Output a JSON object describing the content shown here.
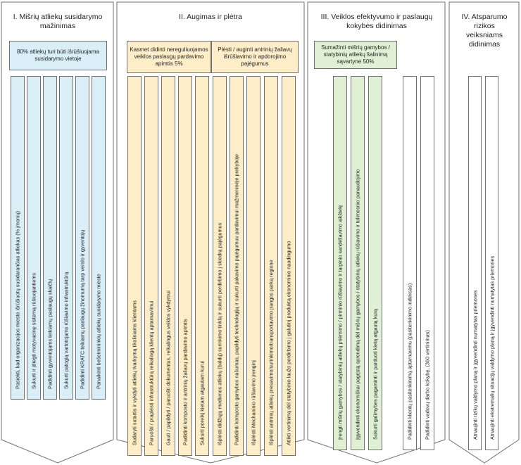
{
  "columns": [
    {
      "title": "I. Mišrių atliekų susidarymo mažinimas",
      "objectives": [
        "80% atliekų turi būti išrūšiuojama susidarymo vietoje"
      ],
      "tasks": [
        "Pasiekti, kad organizacijos mieste išrūšiuotų susidarančias atliekas (% įmonių)",
        "Sukurti ir įdiegti motyvacinę sistemą rūšiuojantiems",
        "Padidinti gyventojams teikiamų paslaugų skaičių",
        "Sukurti patogią vartotojams rūšiavimo infrastruktūrą",
        "Padidinti KRATC teikiamų paslaugų žinomumą tarp verslo ir gyventojų",
        "Panaikinti bešeimininkių atliekų susidarymo mieste"
      ]
    },
    {
      "title": "II. Augimas ir plėtra",
      "objectives": [
        "Kasmet didinti nereguliuojamos veiklos paslaugų pardavimo apimtis 5%",
        "Plėsti / auginti antrinių žaliavų išrūšiavimo ir apdorojimo pajėgumus"
      ],
      "tasks": [
        "Sudaryti sutartis ir vykdyti atliekų tvarkymą tiksliniams klientams",
        "Paruošti / praplėsti infrastruktūrą reikalingą klientų aptarnavimui",
        "Gauti / papildyti / paruošti dokumentus, reikalingus veiklos vykdymui",
        "Padidinti komposto ir antrinių žaliavų pardavimo apimtis",
        "Sukurti poreikį kietam atgautam kurui",
        "Išplėsti didžiųjų medienos atliekų (baldų) surinkimo tinklą ir sukurti perdirbimo į skiedrą pajėgumus",
        "Padidinti komposto gamybos našumas, papildyti technologiją ir sukurti pakavimo pajėgumus pardavimui mažmeninėje prekyboje",
        "Išplėsti Mechaninio rūšiavimo įrenginį",
        "Išplėsti antrinių atliekų presavimo/surinkimo/transportavimo įrangos parką regione",
        "Atlikti vertinimą dėl statybinio laužo perdirbimo į galutinį produktą ekonominio naudingumo"
      ]
    },
    {
      "title": "III. Veiklos efektyvumo ir paslaugų kokybės didinimas",
      "objectives": [
        "Sumažinti mišrių gamybos / statybinių atliekų šalinimą sąvartyne 50%"
      ],
      "tasks": [
        "Įrengti mišrių gamybos / statybinių atliekų priėmimo / pirminio rūšiavimo ir tarpinio sandėliavimo aikštelę",
        "Įgyvendinti ekonomiškai pagrįstą sprendimą dėl mišrių gamybos / statybinių atliekų rūšiavimo ir tolimesnio panaudojimo",
        "Sukurti galimybes pagaminti ir parduoti kietą atgautą kurą",
        "Padidinti klientų pasitenkinimą aptarnavimu (pasitenkinimo indeksas)",
        "Padidinti vadovų darbo kokybę, (360 vertinimas)"
      ]
    },
    {
      "title": "IV. Atsparumo rizikos veiksniams didinimas",
      "objectives": [],
      "tasks": [
        "Atnaujinti rizikų valdymo planą ir įgyvendinti numatytas priemones",
        "Atnaujinti ekstremalių situacijų valdymo planą ir įgyvendinti numatytas priemones"
      ]
    }
  ],
  "colors": {
    "blue": "#daeef7",
    "yellow": "#fdeec8",
    "green": "#dff0d4",
    "border": "#6f6f6f"
  }
}
